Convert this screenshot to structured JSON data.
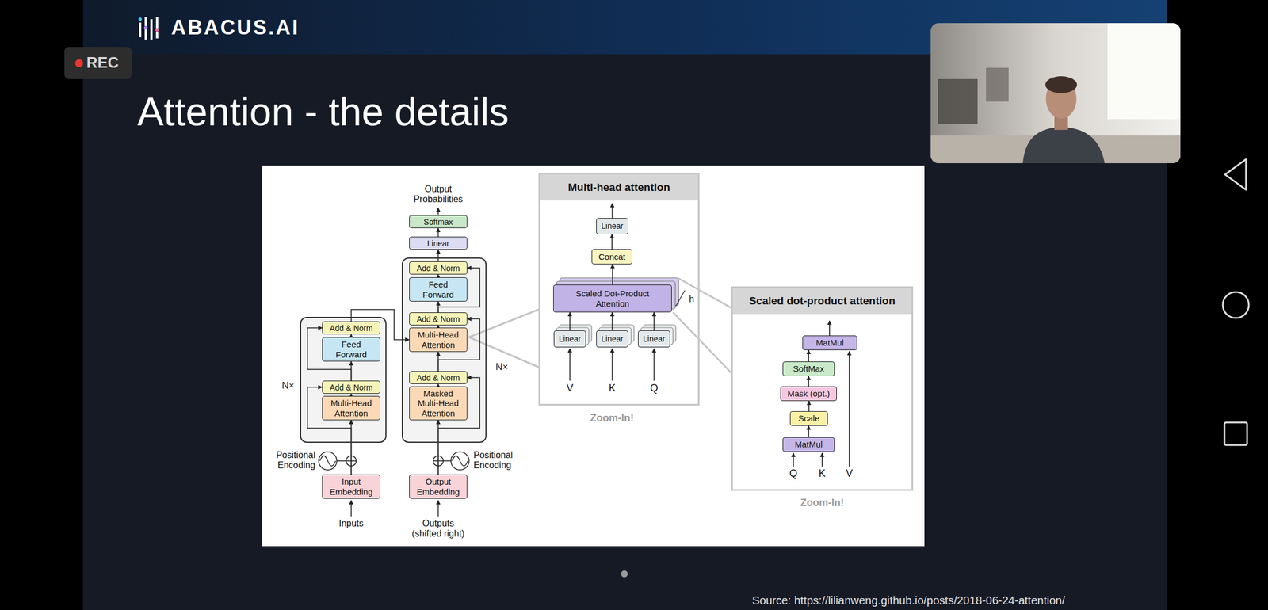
{
  "diagram": {
    "title": "Attention - the details",
    "caption": "Source: https://lilianweng.github.io/posts/2018-06-24-attention/",
    "nodes": [
      {
        "text": [
          "N×"
        ]
      },
      {
        "text": [
          "Add & Norm"
        ],
        "in": 0
      },
      {
        "text": [
          "Feed Forward"
        ],
        "in": 0
      },
      {
        "text": [
          "Add & Norm"
        ],
        "in": 0
      },
      {
        "text": [
          "Multi-Head Attention"
        ],
        "in": 0
      },
      {
        "text": [
          "Input Embedding"
        ]
      },
      {
        "text": [
          "Softmax"
        ]
      },
      {
        "text": [
          "Linear"
        ]
      },
      {
        "text": [
          "N×"
        ]
      },
      {
        "text": [
          "Add & Norm"
        ],
        "in": 8
      },
      {
        "text": [
          "Feed Forward"
        ],
        "in": 8
      },
      {
        "text": [
          "Add & Norm"
        ],
        "in": 8
      },
      {
        "text": [
          "Multi-Head Attention"
        ],
        "in": 8
      },
      {
        "text": [
          "Add & Norm"
        ],
        "in": 8
      },
      {
        "text": [
          "Masked Multi-Head Attention"
        ],
        "in": 8
      },
      {
        "text": [
          "Output Embedding"
        ]
      },
      {
        "text": [
          "Multi-head attention"
        ]
      },
      {
        "text": [
          "Linear"
        ],
        "in": 16
      },
      {
        "text": [
          "Concat"
        ],
        "in": 16
      },
      {
        "text": [
          "Scaled Dot-Product Attention"
        ],
        "in": 16
      },
      {
        "text": [
          "Linear"
        ],
        "in": 16
      },
      {
        "text": [
          "Linear"
        ],
        "in": 16
      },
      {
        "text": [
          "Linear"
        ],
        "in": 16
      },
      {
        "text": [
          "Scaled dot-product attention"
        ]
      },
      {
        "text": [
          "MatMul"
        ],
        "in": 23
      },
      {
        "text": [
          "SoftMax"
        ],
        "in": 23
      },
      {
        "text": [
          "Mask (opt.)"
        ],
        "in": 23
      },
      {
        "text": [
          "Scale"
        ],
        "in": 23
      },
      {
        "text": [
          "MatMul"
        ],
        "in": 23
      }
    ],
    "edges": [
      {
        "from": 5,
        "to": 4,
        "arrow": "to"
      },
      {
        "from": 5,
        "to": 3,
        "arrow": "to"
      },
      {
        "from": 4,
        "to": 3,
        "arrow": "to"
      },
      {
        "from": 3,
        "to": 2,
        "arrow": "to"
      },
      {
        "from": 3,
        "to": 1,
        "arrow": "to"
      },
      {
        "from": 2,
        "to": 1,
        "arrow": "to"
      },
      {
        "from": 1,
        "to": 12,
        "arrow": "to"
      },
      {
        "from": 15,
        "to": 14,
        "arrow": "to"
      },
      {
        "from": 15,
        "to": 13,
        "arrow": "to"
      },
      {
        "from": 14,
        "to": 13,
        "arrow": "to"
      },
      {
        "from": 13,
        "to": 12,
        "arrow": "to"
      },
      {
        "from": 13,
        "to": 11,
        "arrow": "to"
      },
      {
        "from": 12,
        "to": 11,
        "arrow": "to"
      },
      {
        "from": 11,
        "to": 10,
        "arrow": "to"
      },
      {
        "from": 11,
        "to": 9,
        "arrow": "to"
      },
      {
        "from": 10,
        "to": 9,
        "arrow": "to"
      },
      {
        "from": 9,
        "to": 7,
        "arrow": "to"
      },
      {
        "from": 7,
        "to": 6,
        "arrow": "to"
      },
      {
        "from": 20,
        "to": 19,
        "arrow": "to"
      },
      {
        "from": 21,
        "to": 19,
        "arrow": "to"
      },
      {
        "from": 22,
        "to": 19,
        "arrow": "to"
      },
      {
        "from": 19,
        "to": 18,
        "arrow": "to"
      },
      {
        "from": 18,
        "to": 17,
        "arrow": "to"
      },
      {
        "from": 28,
        "to": 27,
        "arrow": "to"
      },
      {
        "from": 27,
        "to": 26,
        "arrow": "to"
      },
      {
        "from": 26,
        "to": 25,
        "arrow": "to"
      },
      {
        "from": 25,
        "to": 24,
        "arrow": "to"
      }
    ],
    "labels": [
      "ABACUS.AI",
      "REC",
      "Output Probabilities",
      "Positional Encoding",
      "Positional Encoding",
      "Inputs",
      "Outputs (shifted right)",
      "h",
      "V",
      "K",
      "Q",
      "Zoom-In!",
      "Q",
      "K",
      "V",
      "Zoom-In!"
    ]
  }
}
